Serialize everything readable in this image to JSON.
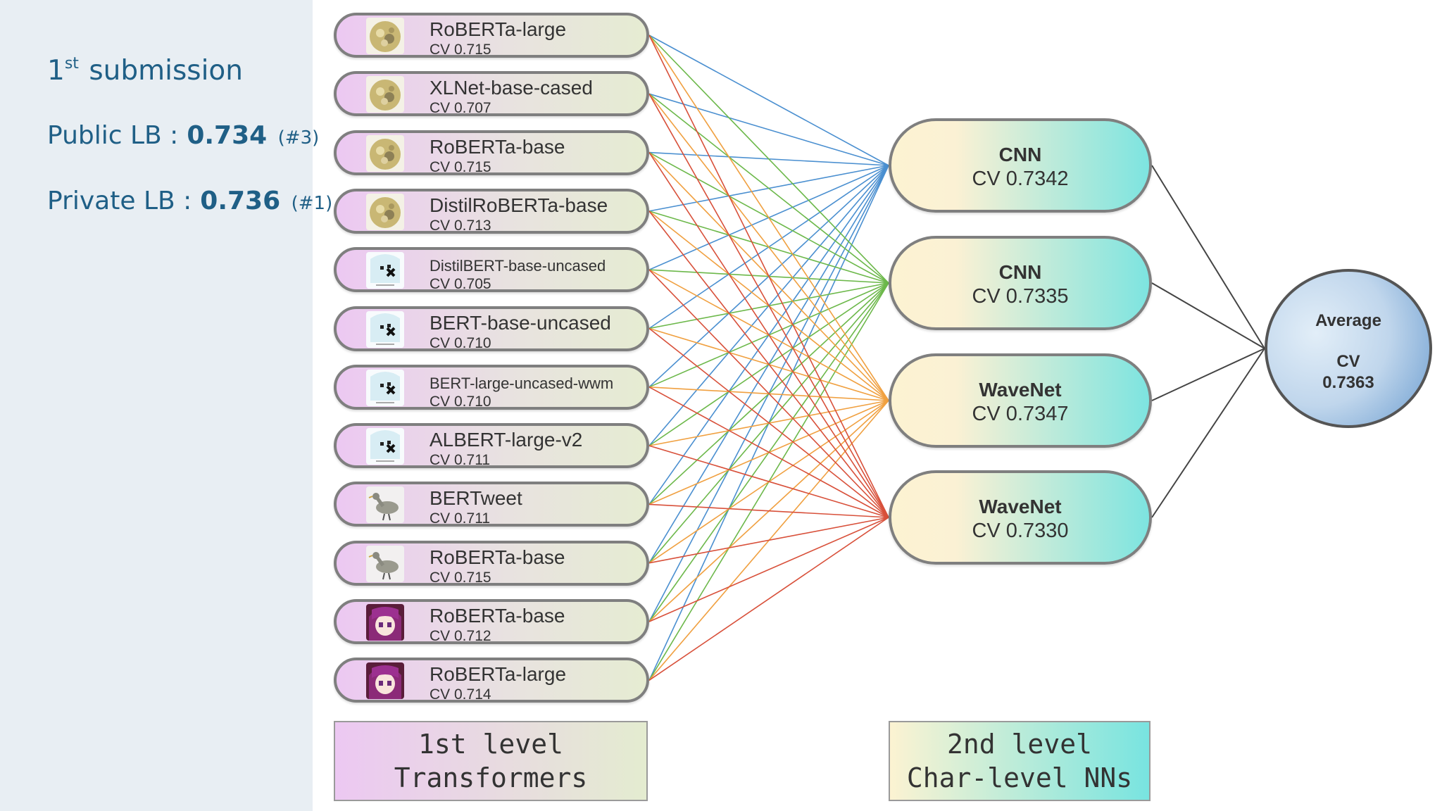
{
  "sidebar": {
    "title_sup": "st",
    "title_rest": "submission",
    "title_num": "1",
    "public_label": "Public LB :",
    "public_value": "0.734",
    "public_rank": "(#3)",
    "private_label": "Private LB :",
    "private_value": "0.736",
    "private_rank": "(#1)"
  },
  "first_level": [
    {
      "name": "RoBERTa-large",
      "cv": "CV 0.715",
      "avatar": "huggingface-logo-icon"
    },
    {
      "name": "XLNet-base-cased",
      "cv": "CV 0.707",
      "avatar": "huggingface-logo-icon"
    },
    {
      "name": "RoBERTa-base",
      "cv": "CV 0.715",
      "avatar": "huggingface-logo-icon"
    },
    {
      "name": "DistilRoBERTa-base",
      "cv": "CV 0.713",
      "avatar": "huggingface-logo-icon"
    },
    {
      "name": "DistilBERT-base-uncased",
      "cv": "CV 0.705",
      "avatar": "pixel-character-icon"
    },
    {
      "name": "BERT-base-uncased",
      "cv": "CV 0.710",
      "avatar": "pixel-character-icon"
    },
    {
      "name": "BERT-large-uncased-wwm",
      "cv": "CV 0.710",
      "avatar": "pixel-character-icon"
    },
    {
      "name": "ALBERT-large-v2",
      "cv": "CV 0.711",
      "avatar": "pixel-character-icon"
    },
    {
      "name": "BERTweet",
      "cv": "CV 0.711",
      "avatar": "bird-icon"
    },
    {
      "name": "RoBERTa-base",
      "cv": "CV 0.715",
      "avatar": "bird-icon"
    },
    {
      "name": "RoBERTa-base",
      "cv": "CV 0.712",
      "avatar": "anime-character-icon"
    },
    {
      "name": "RoBERTa-large",
      "cv": "CV 0.714",
      "avatar": "anime-character-icon"
    }
  ],
  "second_level": [
    {
      "name": "CNN",
      "cv": "CV 0.7342",
      "color": "#4a8fd0"
    },
    {
      "name": "CNN",
      "cv": "CV 0.7335",
      "color": "#6cb84a"
    },
    {
      "name": "WaveNet",
      "cv": "CV 0.7347",
      "color": "#f0a040"
    },
    {
      "name": "WaveNet",
      "cv": "CV 0.7330",
      "color": "#d8503a"
    }
  ],
  "average": {
    "label": "Average",
    "cv_label": "CV",
    "cv_value": "0.7363"
  },
  "legend": {
    "first_line1": "1st level",
    "first_line2": "Transformers",
    "second_line1": "2nd level",
    "second_line2": "Char-level NNs"
  },
  "colors": {
    "sidebar_text": "#1f5f86",
    "first_level_fill": "#ecc8f2",
    "second_level_fill": "#7de4e0",
    "average_fill": "#6a9ccf"
  }
}
